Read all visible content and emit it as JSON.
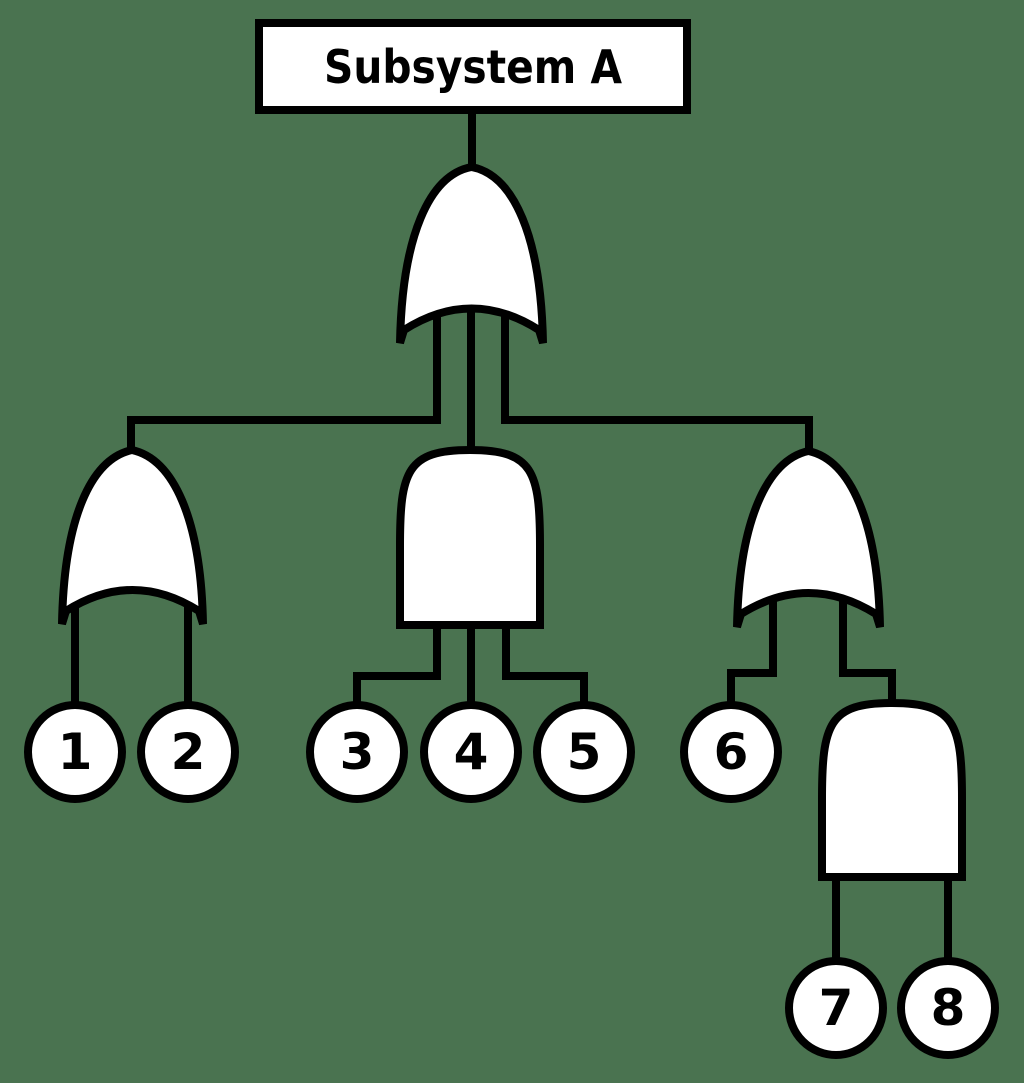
{
  "canvas": {
    "background_color": "#4a7350",
    "line_color": "#000000",
    "shape_fill_color": "#ffffff",
    "text_color": "#000000"
  },
  "diagram": {
    "type": "fault-tree",
    "top_event": {
      "label": "Subsystem A"
    },
    "gates": [
      {
        "id": "top-or",
        "type": "OR",
        "parent": "Subsystem A",
        "children": [
          "left-or",
          "middle-and",
          "right-or"
        ]
      },
      {
        "id": "left-or",
        "type": "OR",
        "children": [
          "1",
          "2"
        ]
      },
      {
        "id": "middle-and",
        "type": "AND",
        "children": [
          "3",
          "4",
          "5"
        ]
      },
      {
        "id": "right-or",
        "type": "OR",
        "children": [
          "6",
          "bottom-right-and"
        ]
      },
      {
        "id": "bottom-right-and",
        "type": "AND",
        "children": [
          "7",
          "8"
        ]
      }
    ],
    "basic_events": [
      {
        "label": "1"
      },
      {
        "label": "2"
      },
      {
        "label": "3"
      },
      {
        "label": "4"
      },
      {
        "label": "5"
      },
      {
        "label": "6"
      },
      {
        "label": "7"
      },
      {
        "label": "8"
      }
    ]
  }
}
